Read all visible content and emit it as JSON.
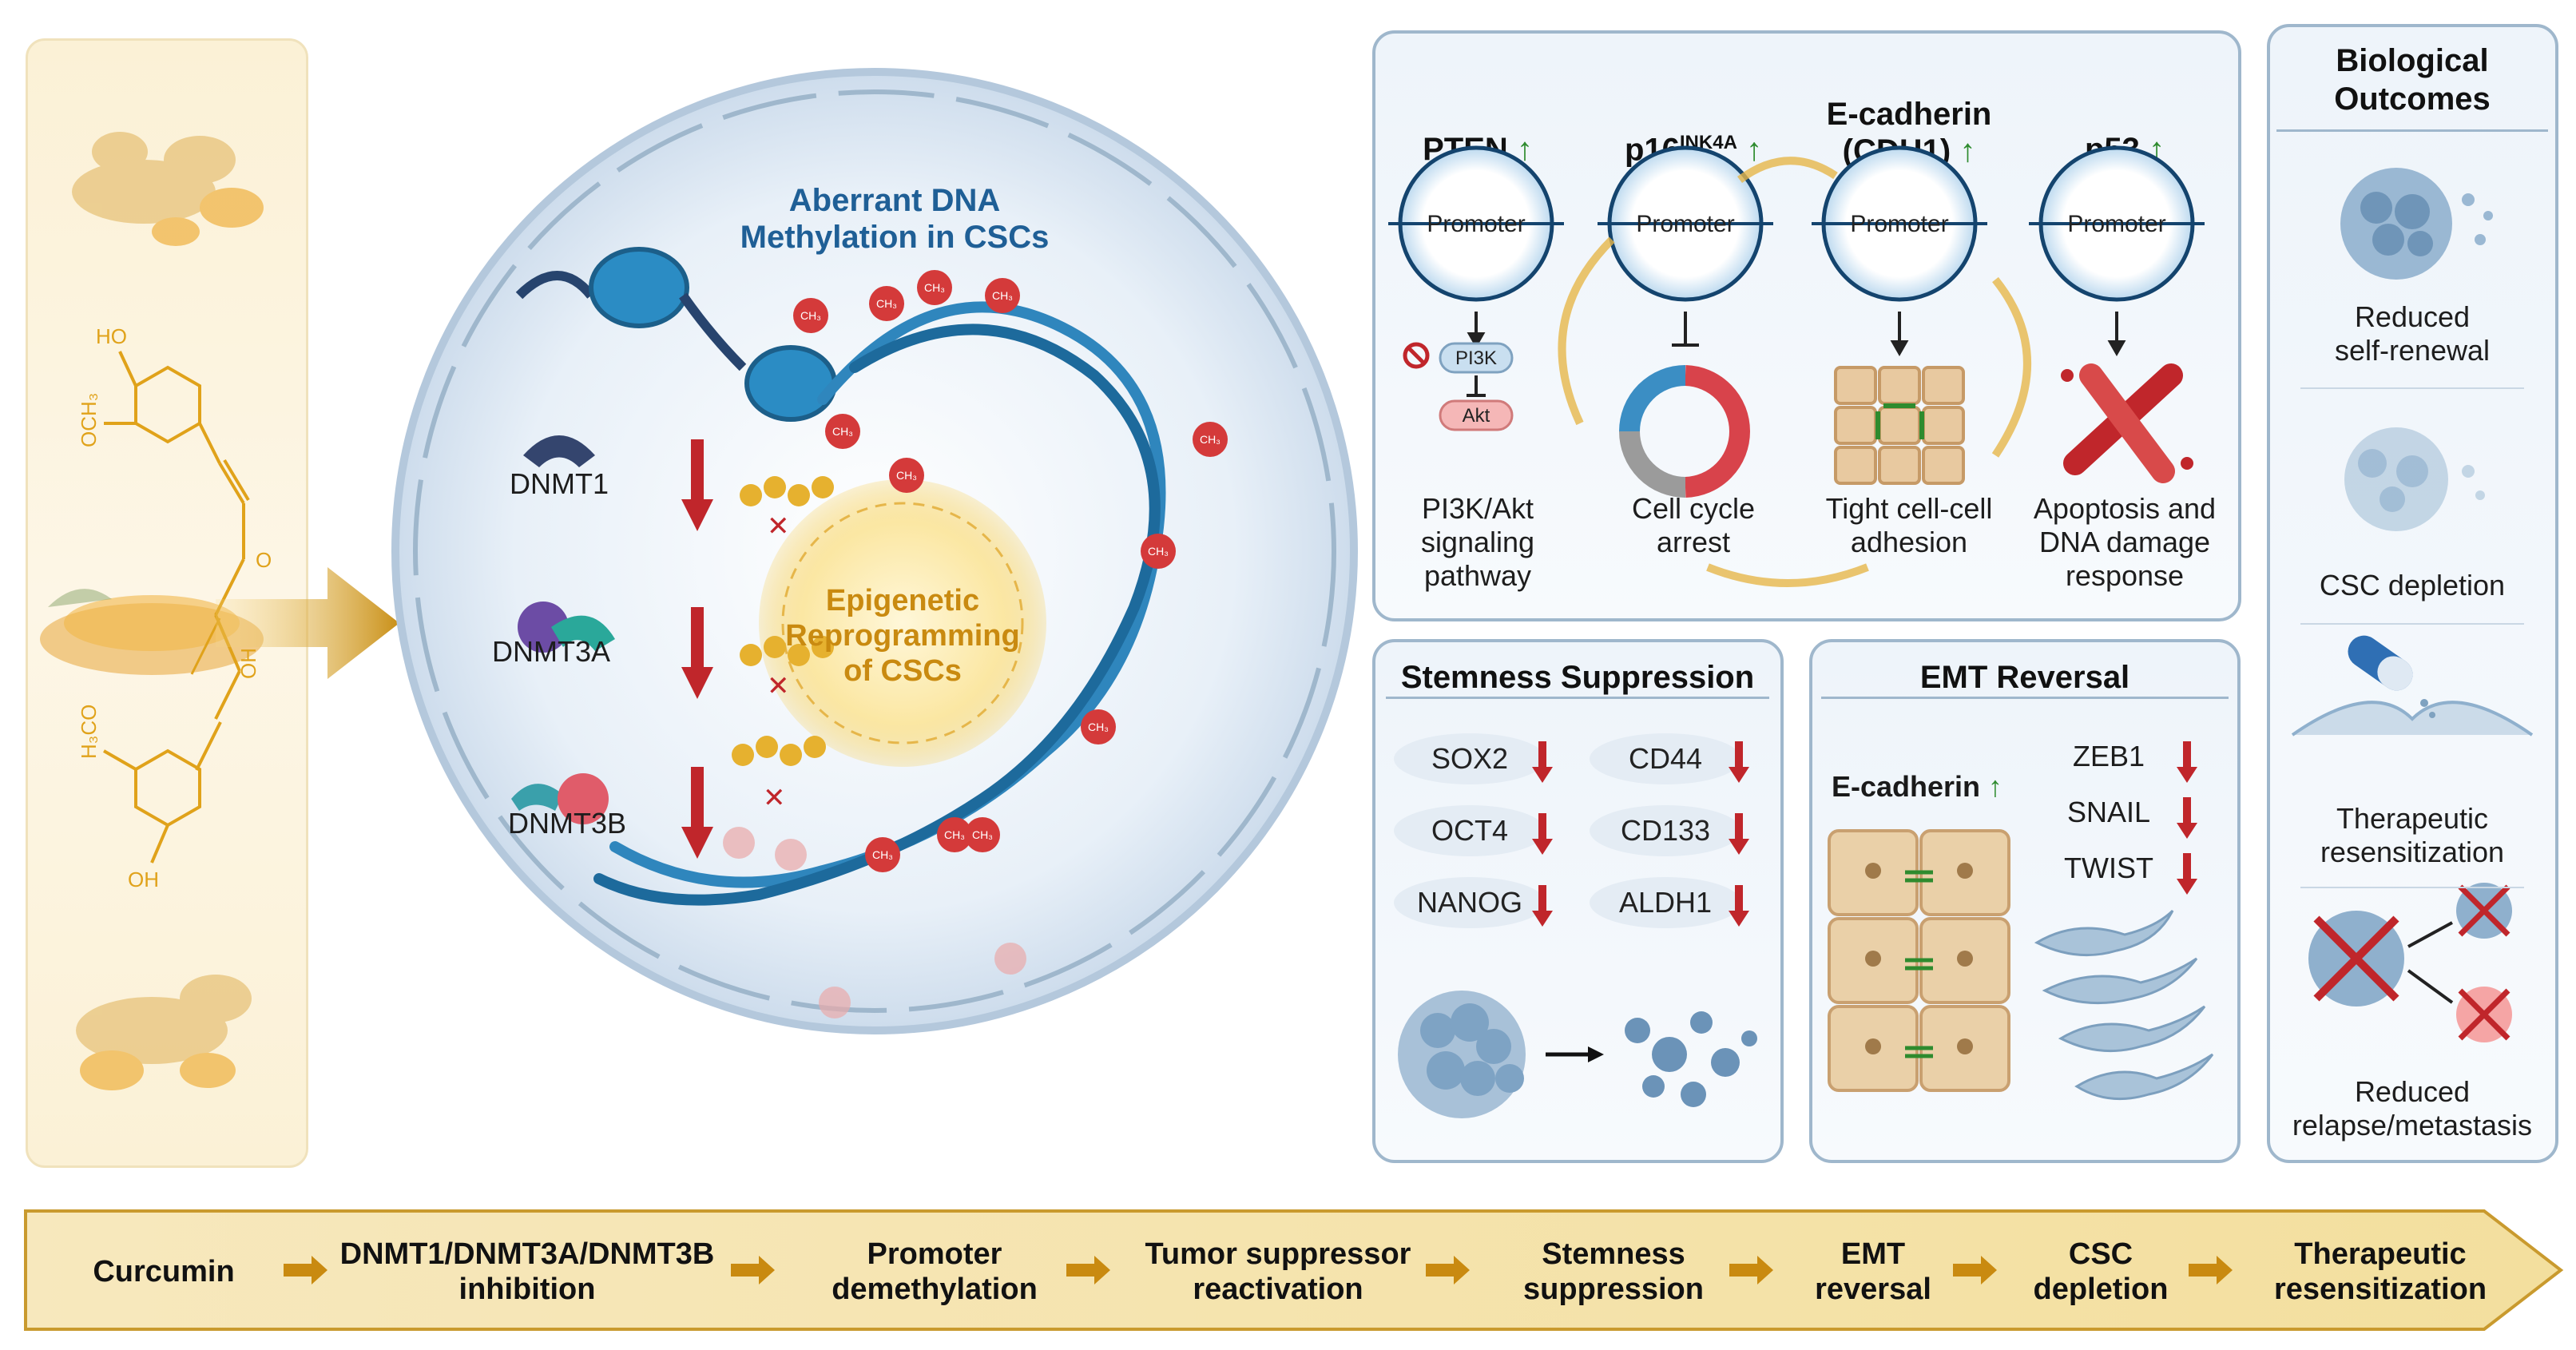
{
  "center": {
    "title": "Aberrant DNA\nMethylation in CSCs",
    "core": "Epigenetic\nReprogramming\nof CSCs",
    "methyl_label": "CH₃",
    "dnmt": [
      "DNMT1",
      "DNMT3A",
      "DNMT3B"
    ]
  },
  "curcumin_struct": {
    "groups": [
      "HO",
      "OCH₃",
      "O",
      "OH",
      "H₃CO",
      "OH"
    ]
  },
  "genes": {
    "promoter": "Promoter",
    "items": [
      {
        "name": "PTEN",
        "sup": "",
        "outcome": "PI3K/Akt\nsignaling\npathway"
      },
      {
        "name": "p16",
        "sup": "INK4A",
        "outcome": "Cell cycle\narrest"
      },
      {
        "name": "E-cadherin\n(CDH1)",
        "sup": "",
        "outcome": "Tight cell-cell\nadhesion"
      },
      {
        "name": "p53",
        "sup": "",
        "outcome": "Apoptosis and\nDNA damage\nresponse"
      }
    ],
    "pi3k": "PI3K",
    "akt": "Akt"
  },
  "stemness": {
    "title": "Stemness Suppression",
    "markers_left": [
      "SOX2",
      "OCT4",
      "NANOG"
    ],
    "markers_right": [
      "CD44",
      "CD133",
      "ALDH1"
    ]
  },
  "emt": {
    "title": "EMT Reversal",
    "ecad": "E-cadherin",
    "factors": [
      "ZEB1",
      "SNAIL",
      "TWIST"
    ]
  },
  "outcomes": {
    "title": "Biological\nOutcomes",
    "items": [
      "Reduced\nself-renewal",
      "CSC depletion",
      "Therapeutic\nresensitization",
      "Reduced\nrelapse/metastasis"
    ]
  },
  "flow": {
    "steps": [
      "Curcumin",
      "DNMT1/DNMT3A/DNMT3B\ninhibition",
      "Promoter\ndemethylation",
      "Tumor suppressor\nreactivation",
      "Stemness\nsuppression",
      "EMT\nreversal",
      "CSC\ndepletion",
      "Therapeutic\nresensitization"
    ]
  },
  "colors": {
    "up": "#2e8b2e",
    "down": "#c0262b",
    "dna": "#2f86bd",
    "methyl": "#d43a3a",
    "accent": "#e6b64a",
    "panel_border": "#9fb7cc",
    "flow_bg": "#f6e6ba"
  },
  "icons": [
    "curcumin-root-icon",
    "dnmt-enzyme-icon",
    "nucleosome-icon",
    "dna-helix-icon",
    "promoter-plasmid-icon",
    "cell-cycle-icon",
    "chromosome-icon",
    "cell-cluster-icon",
    "capsule-icon"
  ]
}
